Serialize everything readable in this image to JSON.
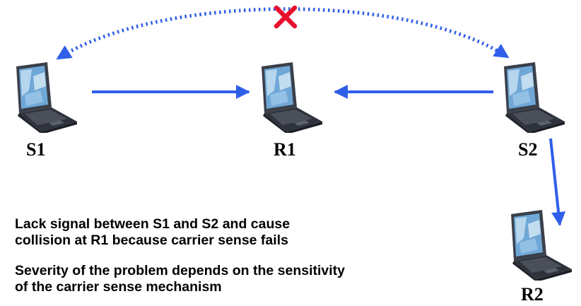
{
  "nodes": {
    "s1": {
      "label": "S1",
      "icon": "laptop-icon"
    },
    "r1": {
      "label": "R1",
      "icon": "laptop-icon"
    },
    "s2": {
      "label": "S2",
      "icon": "laptop-icon"
    },
    "r2": {
      "label": "R2",
      "icon": "laptop-icon"
    }
  },
  "notes": [
    {
      "line1": "Lack signal between S1 and S2 and cause",
      "line2": "collision at R1 because carrier sense fails"
    },
    {
      "line1": "Severity of the problem depends on the sensitivity",
      "line2": "of the carrier sense mechanism"
    }
  ],
  "colors": {
    "arrow": "#2f5fe8",
    "cross": "#e8112d"
  }
}
